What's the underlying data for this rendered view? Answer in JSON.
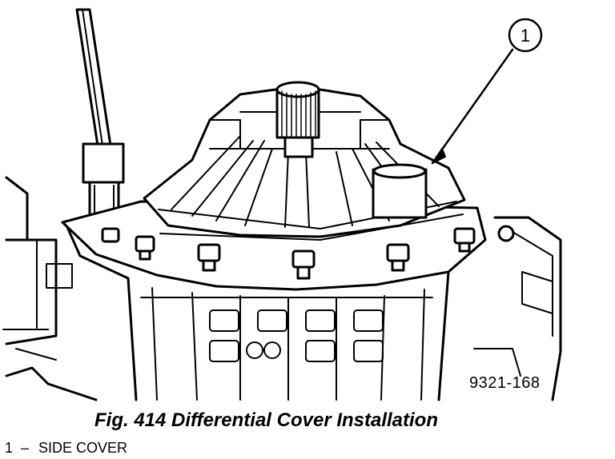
{
  "figure": {
    "callout_number": "1",
    "code": "9321-168",
    "caption": "Fig. 414 Differential Cover Installation"
  },
  "legend": [
    {
      "number": "1",
      "separator": "–",
      "label": "SIDE COVER"
    }
  ]
}
